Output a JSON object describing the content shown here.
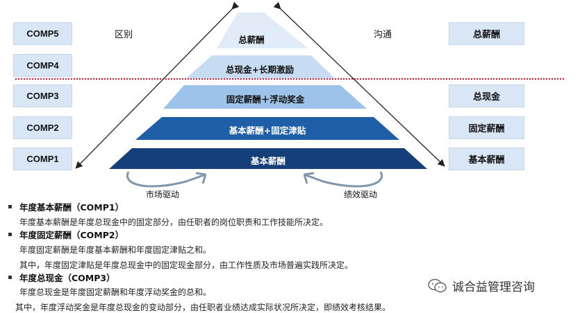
{
  "left_labels": [
    "COMP5",
    "COMP4",
    "COMP3",
    "COMP2",
    "COMP1"
  ],
  "side_labels": {
    "left": "区别",
    "right": "沟通"
  },
  "pyramid_levels": [
    {
      "label": "总薪酬",
      "color": "#e1ecf8",
      "text_color": "#111111"
    },
    {
      "label": "总现金+长期激励",
      "color": "#c7dcf2",
      "text_color": "#111111"
    },
    {
      "label": "固定薪酬＋浮动奖金",
      "color": "#9dc3ea",
      "text_color": "#111111"
    },
    {
      "label": "基本薪酬+固定津贴",
      "color": "#1f5fa8",
      "text_color": "#ffffff"
    },
    {
      "label": "基本薪酬",
      "color": "#143f7a",
      "text_color": "#ffffff"
    }
  ],
  "right_labels": {
    "comp5": "总薪酬",
    "comp3": "总现金",
    "comp2": "固定薪酬",
    "comp1": "基本薪酬"
  },
  "drivers": {
    "left": "市场驱动",
    "right": "绩效驱动"
  },
  "definitions": [
    {
      "title": "年度基本薪酬（COMP1）",
      "lines": [
        "年度基本薪酬是年度总现金中的固定部分，由任职者的岗位职责和工作技能所决定。"
      ]
    },
    {
      "title": "年度固定薪酬（COMP2）",
      "lines": [
        "年度固定薪酬是年度基本薪酬和年度固定津贴之和。",
        "其中，年度固定津贴是年度总现金中的固定现金部分，由工作性质及市场普遍实践所决定。"
      ]
    },
    {
      "title": "年度总现金（COMP3）",
      "lines": [
        "年度总现金是年度固定薪酬和年度浮动奖金的总和。",
        "其中，年度浮动奖金是年度总现金的变动部分，由任职者业绩达成实际状况所决定，即绩效考核结果。"
      ]
    }
  ],
  "watermark": "诚合益管理咨询",
  "colors": {
    "box_fill": "#d9e6f5",
    "divider": "#c8102e"
  }
}
